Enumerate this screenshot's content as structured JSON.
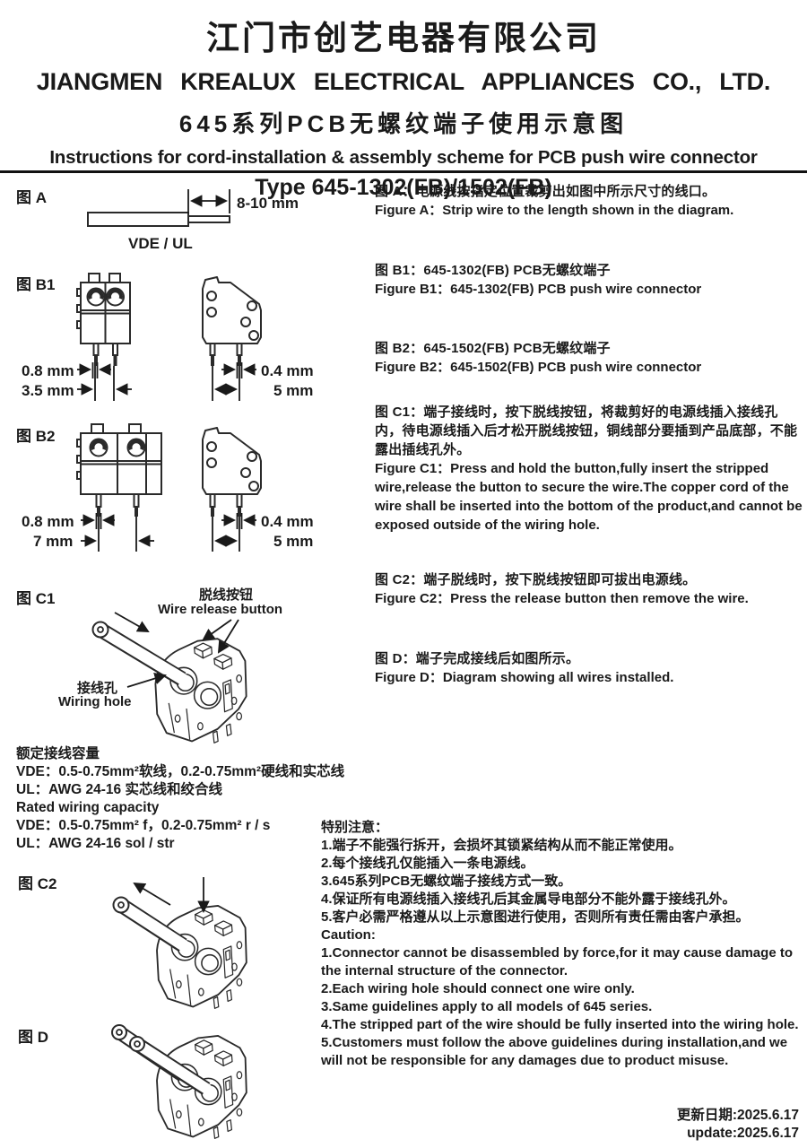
{
  "header": {
    "company_zh": "江门市创艺电器有限公司",
    "company_en": "JIANGMEN  KREALUX  ELECTRICAL  APPLIANCES  CO., LTD.",
    "series_zh": "645系列PCB无螺纹端子使用示意图",
    "instructions_en": "Instructions for cord-installation & assembly scheme for PCB push wire connector",
    "type_line": "Type 645-1302(FB)/1502(FB)"
  },
  "figure_labels": {
    "a": "图 A",
    "b1": "图 B1",
    "b2": "图 B2",
    "c1": "图 C1",
    "c2": "图 C2",
    "d": "图 D"
  },
  "fig_a": {
    "strip_length": "8-10 mm",
    "standard": "VDE / UL"
  },
  "fig_b1": {
    "pin_width": "0.8 mm",
    "pitch": "3.5 mm",
    "pin_thickness": "0.4 mm",
    "row_spacing": "5 mm"
  },
  "fig_b2": {
    "pin_width": "0.8 mm",
    "pitch": "7 mm",
    "pin_thickness": "0.4 mm",
    "row_spacing": "5 mm"
  },
  "fig_c1": {
    "button_zh": "脱线按钮",
    "button_en": "Wire release button",
    "hole_zh": "接线孔",
    "hole_en": "Wiring hole"
  },
  "descriptions": {
    "a_zh": "图 A：电源线按指定位置裁剪出如图中所示尺寸的线口。",
    "a_en": "Figure A：Strip wire to the length shown in the diagram.",
    "b1_zh": "图 B1：645-1302(FB) PCB无螺纹端子",
    "b1_en": "Figure B1：645-1302(FB) PCB push wire connector",
    "b2_zh": "图 B2：645-1502(FB) PCB无螺纹端子",
    "b2_en": "Figure B2：645-1502(FB) PCB push wire connector",
    "c1_zh": "图 C1：端子接线时，按下脱线按钮，将裁剪好的电源线插入接线孔内，待电源线插入后才松开脱线按钮，铜线部分要插到产品底部，不能露出插线孔外。",
    "c1_en": "Figure C1：Press and hold the button,fully insert the stripped wire,release the button to secure the wire.The copper cord of the wire shall be inserted into the bottom of the product,and cannot be exposed outside of the wiring hole.",
    "c2_zh": "图 C2：端子脱线时，按下脱线按钮即可拔出电源线。",
    "c2_en": "Figure C2：Press the release button then remove the wire.",
    "d_zh": "图 D：端子完成接线后如图所示。",
    "d_en": "Figure D：Diagram showing all wires installed."
  },
  "capacity": {
    "title_zh": "额定接线容量",
    "vde_zh": "VDE：0.5-0.75mm²软线，0.2-0.75mm²硬线和实芯线",
    "ul_zh": "UL：AWG 24-16 实芯线和绞合线",
    "title_en": "Rated wiring capacity",
    "vde_en": "VDE：0.5-0.75mm² f，0.2-0.75mm² r / s",
    "ul_en": "UL：AWG 24-16 sol / str"
  },
  "caution": {
    "title_zh": "特别注意：",
    "items_zh": [
      "1.端子不能强行拆开，会损坏其锁紧结构从而不能正常使用。",
      "2.每个接线孔仅能插入一条电源线。",
      "3.645系列PCB无螺纹端子接线方式一致。",
      "4.保证所有电源线插入接线孔后其金属导电部分不能外露于接线孔外。",
      "5.客户必需严格遵从以上示意图进行使用，否则所有责任需由客户承担。"
    ],
    "title_en": "Caution:",
    "items_en": [
      "1.Connector cannot be disassembled by force,for it may cause damage to the internal structure of the connector.",
      "2.Each wiring hole should connect one wire only.",
      "3.Same guidelines apply to all models of 645 series.",
      "4.The stripped part of the wire should be fully inserted into the wiring hole.",
      "5.Customers must follow the above guidelines during installation,and we will not be responsible for any damages due to product misuse."
    ]
  },
  "footer": {
    "updated_zh": "更新日期:2025.6.17",
    "updated_en": "update:2025.6.17"
  },
  "colors": {
    "ink": "#1a1a1a",
    "background": "#ffffff"
  }
}
